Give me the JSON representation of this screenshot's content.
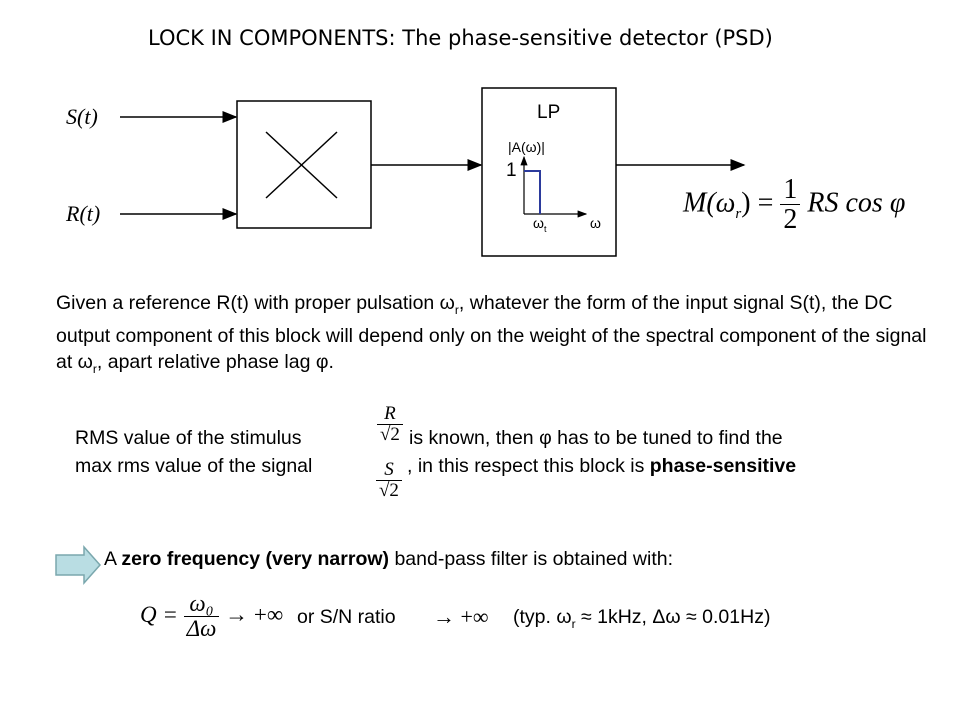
{
  "title": "LOCK IN COMPONENTS: The phase-sensitive detector (PSD)",
  "diagram": {
    "input_signal": "S(t)",
    "reference_signal": "R(t)",
    "filter_label": "LP",
    "amplitude_label": "|A(ω)|",
    "unity_label": "1",
    "cutoff_label": "ω",
    "cutoff_sub": "t",
    "omega_label": "ω",
    "output_lhs": "M(ω",
    "output_lhs_sub": "r",
    "output_lhs_end": ") =",
    "output_frac_num": "1",
    "output_frac_den": "2",
    "output_rhs": "RS cos φ"
  },
  "paragraph": {
    "part1": "Given a reference R(t) with proper pulsation ω",
    "sub1": "r",
    "part2": ", whatever the form of the input signal S(t), the DC output component of this block will depend only on the weight of the spectral component of the signal at ω",
    "sub2": "r",
    "part3": ", apart relative phase lag φ."
  },
  "rms": {
    "line1_a": "RMS value of the stimulus",
    "frac1_num": "R",
    "frac1_den": "√2",
    "line1_b": "is known, then φ has to be tuned to find the",
    "line2_a": "max rms value of the signal",
    "frac2_num": "S",
    "frac2_den": "√2",
    "line2_b": ", in this respect this block is ",
    "line2_bold": "phase-sensitive"
  },
  "bandpass": {
    "prefix": "A ",
    "bold": "zero frequency (very narrow)",
    "suffix": " band-pass filter is obtained with:"
  },
  "quality": {
    "lhs": "Q =",
    "frac_num": "ω₀",
    "frac_den": "Δω",
    "arrow": "→ +∞",
    "sn_text": "or S/N ratio",
    "sn_arrow": "→ +∞",
    "typ_a": "(typ. ω",
    "typ_sub": "r",
    "typ_b": " ≈ 1kHz,  Δω ≈ 0.01Hz)"
  },
  "colors": {
    "accent_blue": "#2b3a9c",
    "arrow_fill": "#b9dde3",
    "arrow_stroke": "#7aa7ad"
  }
}
